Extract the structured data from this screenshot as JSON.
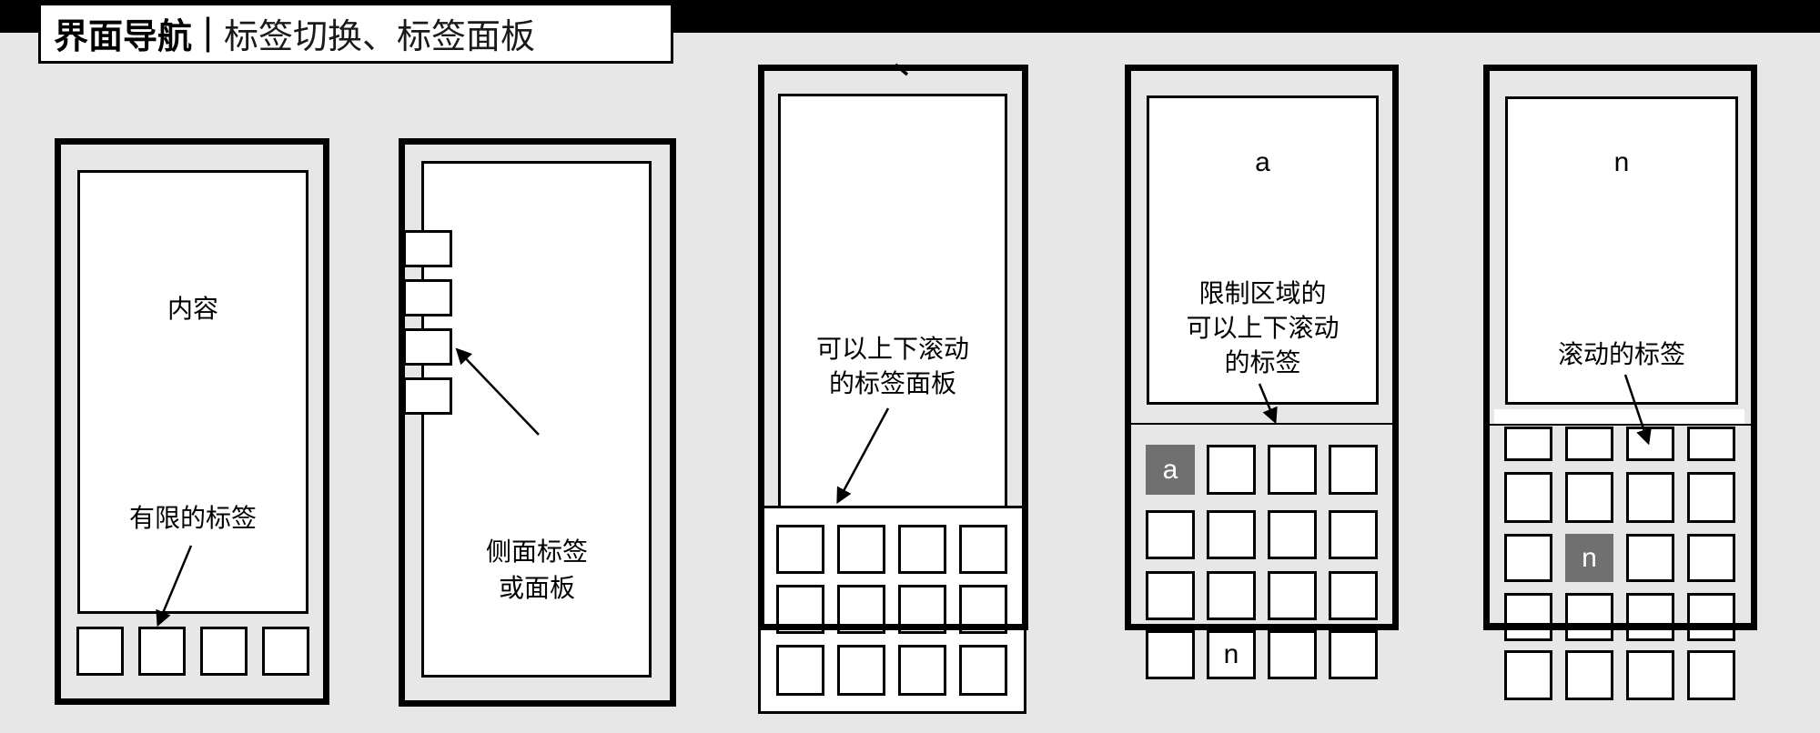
{
  "title": {
    "primary": "界面导航",
    "separator": "|",
    "secondary": "标签切换、标签面板"
  },
  "colors": {
    "page_background": "#e7e7e7",
    "top_bar": "#000000",
    "panel": "#ffffff",
    "line": "#000000",
    "active_tab_fill": "#707070",
    "active_tab_text": "#ffffff"
  },
  "diagrams": {
    "phone1": {
      "content_label": "内容",
      "annotation": "有限的标签"
    },
    "phone2": {
      "annotation_line1": "侧面标签",
      "annotation_line2": "或面板"
    },
    "phone3": {
      "annotation_line1": "可以上下滚动",
      "annotation_line2": "的标签面板"
    },
    "phone4": {
      "content_label": "a",
      "annotation_line1": "限制区域的",
      "annotation_line2": "可以上下滚动",
      "annotation_line3": "的标签",
      "active_tab_label": "a",
      "outside_tab_label": "n"
    },
    "phone5": {
      "content_label": "n",
      "annotation_line1": "滚动的标签",
      "active_tab_label": "n"
    }
  }
}
